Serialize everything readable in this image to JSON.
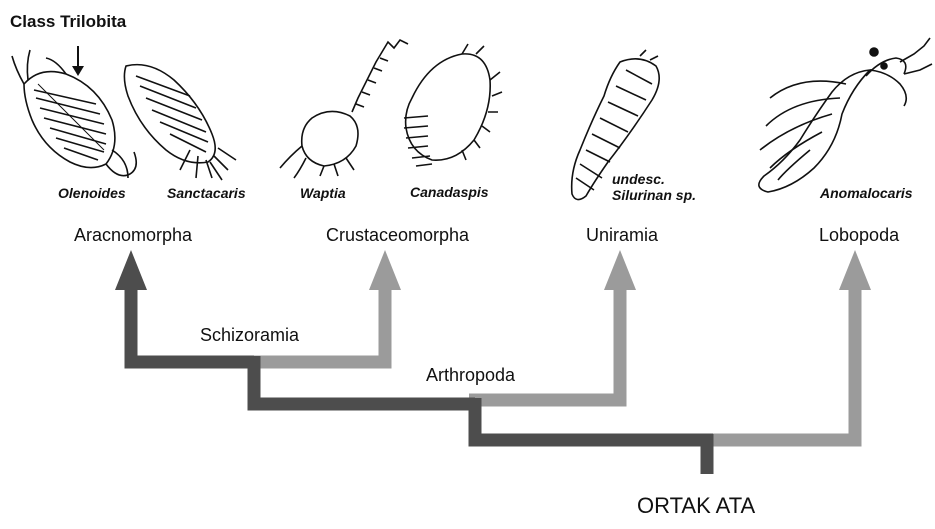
{
  "labels": {
    "class_trilobita": "Class Trilobita",
    "olenoides": "Olenoides",
    "sanctacaris": "Sanctacaris",
    "waptia": "Waptia",
    "canadaspis": "Canadaspis",
    "undesc_line1": "undesc.",
    "undesc_line2": "Silurinan sp.",
    "anomalocaris": "Anomalocaris",
    "aracnomorpha": "Aracnomorpha",
    "crustaceomorpha": "Crustaceomorpha",
    "uniramia": "Uniramia",
    "lobopoda": "Lobopoda",
    "schizoramia": "Schizoramia",
    "arthropoda": "Arthropoda",
    "ortak_ata": "ORTAK ATA"
  },
  "colors": {
    "dark_branch": "#4d4d4d",
    "light_branch": "#9b9b9b",
    "text": "#111111"
  },
  "icons": [
    "down-arrow-icon",
    "trilobite-olenoides-icon",
    "sanctacaris-icon",
    "waptia-icon",
    "canadaspis-icon",
    "uniramia-worm-icon",
    "anomalocaris-icon"
  ]
}
